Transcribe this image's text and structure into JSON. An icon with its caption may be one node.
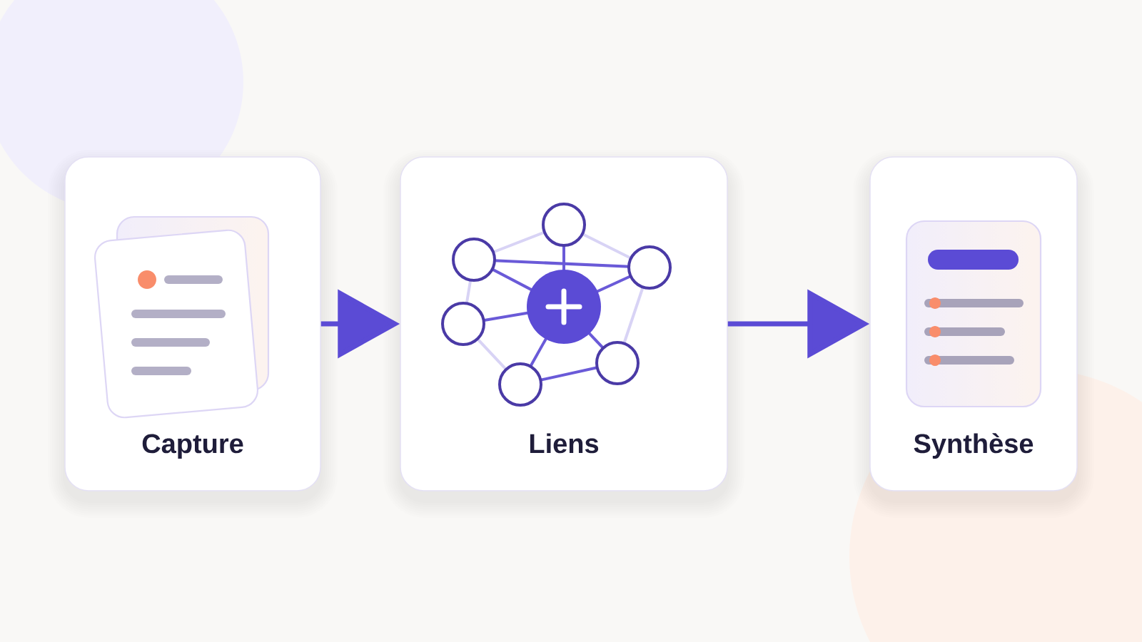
{
  "diagram": {
    "nodes": [
      {
        "text": [
          "Capture"
        ]
      },
      {
        "text": [
          "Liens"
        ]
      },
      {
        "text": [
          "Synthèse"
        ]
      }
    ],
    "edges": [
      {
        "from": 0,
        "to": 1,
        "arrow": "to"
      },
      {
        "from": 1,
        "to": 2,
        "arrow": "to"
      }
    ]
  }
}
